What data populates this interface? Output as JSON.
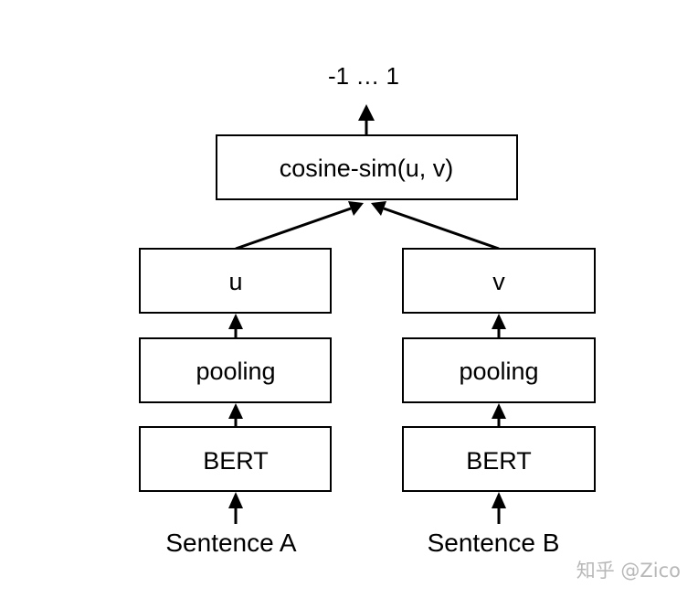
{
  "output_range": "-1 … 1",
  "similarity_box": "cosine-sim(u, v)",
  "branch_a": {
    "input": "Sentence A",
    "encoder": "BERT",
    "pooling": "pooling",
    "embedding": "u"
  },
  "branch_b": {
    "input": "Sentence B",
    "encoder": "BERT",
    "pooling": "pooling",
    "embedding": "v"
  },
  "watermark": "知乎 @Zico",
  "colors": {
    "stroke": "#000000",
    "background": "#ffffff",
    "watermark": "#b8b8b8"
  }
}
